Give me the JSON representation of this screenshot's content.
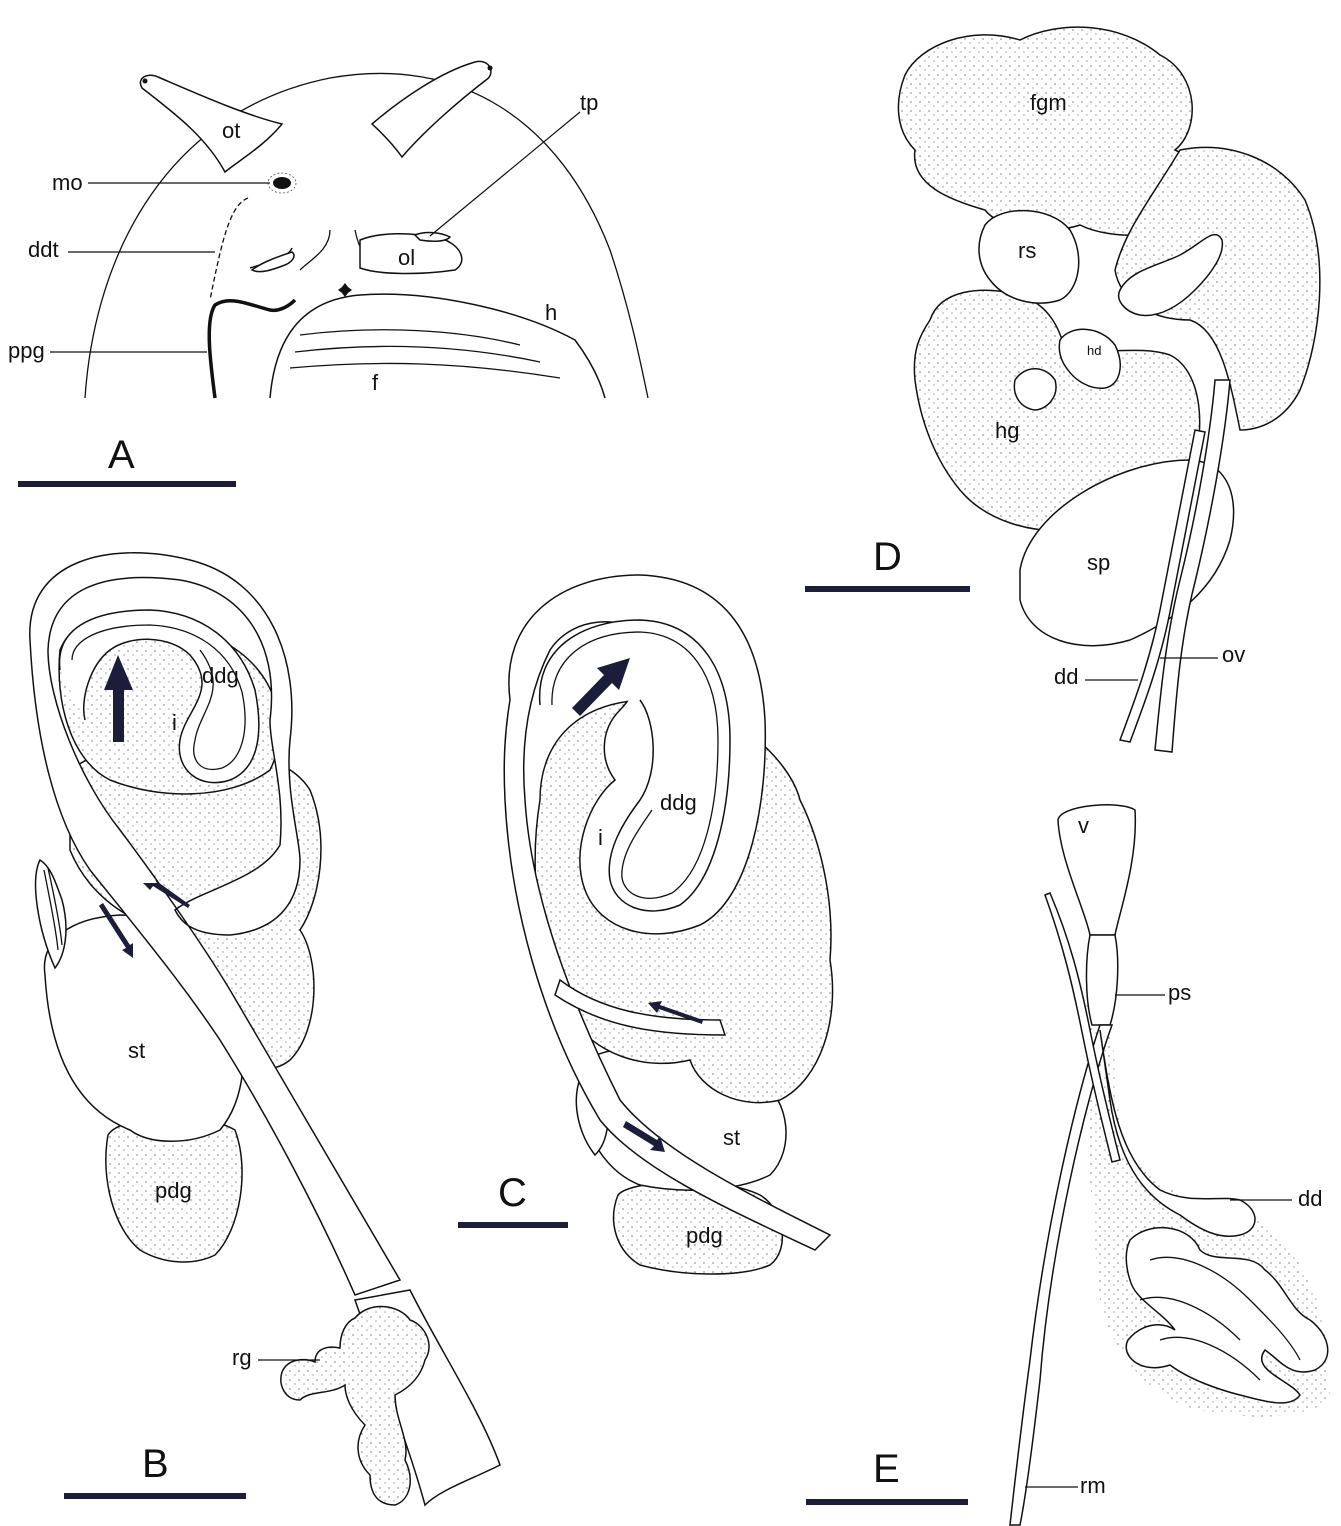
{
  "panels": {
    "A": {
      "letter": "A",
      "labels": {
        "ot": "ot",
        "mo": "mo",
        "ddt": "ddt",
        "ppg": "ppg",
        "tp": "tp",
        "ol": "ol",
        "h": "h",
        "f": "f"
      }
    },
    "B": {
      "letter": "B",
      "labels": {
        "ddg": "ddg",
        "i": "i",
        "st": "st",
        "pdg": "pdg",
        "rg": "rg"
      }
    },
    "C": {
      "letter": "C",
      "labels": {
        "ddg": "ddg",
        "i": "i",
        "st": "st",
        "pdg": "pdg"
      }
    },
    "D": {
      "letter": "D",
      "labels": {
        "fgm": "fgm",
        "rs": "rs",
        "hd": "hd",
        "hg": "hg",
        "sp": "sp",
        "dd": "dd",
        "ov": "ov"
      }
    },
    "E": {
      "letter": "E",
      "labels": {
        "v": "v",
        "ps": "ps",
        "dd": "dd",
        "rm": "rm"
      }
    }
  },
  "colors": {
    "line": "#111111",
    "scale_bar": "#1b1d3a",
    "arrow": "#1b1d3a",
    "background": "#ffffff"
  }
}
